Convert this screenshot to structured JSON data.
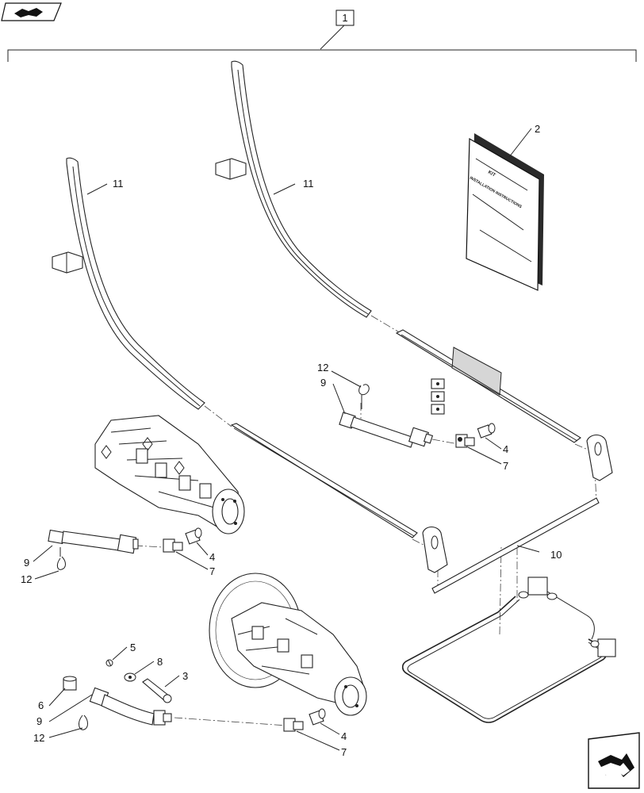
{
  "header": {
    "assembly_callout": "1"
  },
  "callouts": {
    "manual": "2",
    "pin_right": "3",
    "fitting_a": "4",
    "fitting_b": "4",
    "fitting_c": "4",
    "clip": "5",
    "plug": "6",
    "elbow_a": "7",
    "elbow_b": "7",
    "elbow_c": "7",
    "washer": "8",
    "hose_a": "9",
    "hose_b": "9",
    "hose_c": "9",
    "harness": "10",
    "strip_left": "11",
    "strip_right": "11",
    "tie_a": "12",
    "tie_b": "12",
    "tie_c": "12"
  },
  "manual": {
    "cover_line1": "KIT",
    "cover_line2": "INSTALLATION INSTRUCTIONS"
  },
  "icons": {
    "top_left": "back-arrow-icon",
    "bottom_right": "next-page-arrow-icon"
  }
}
